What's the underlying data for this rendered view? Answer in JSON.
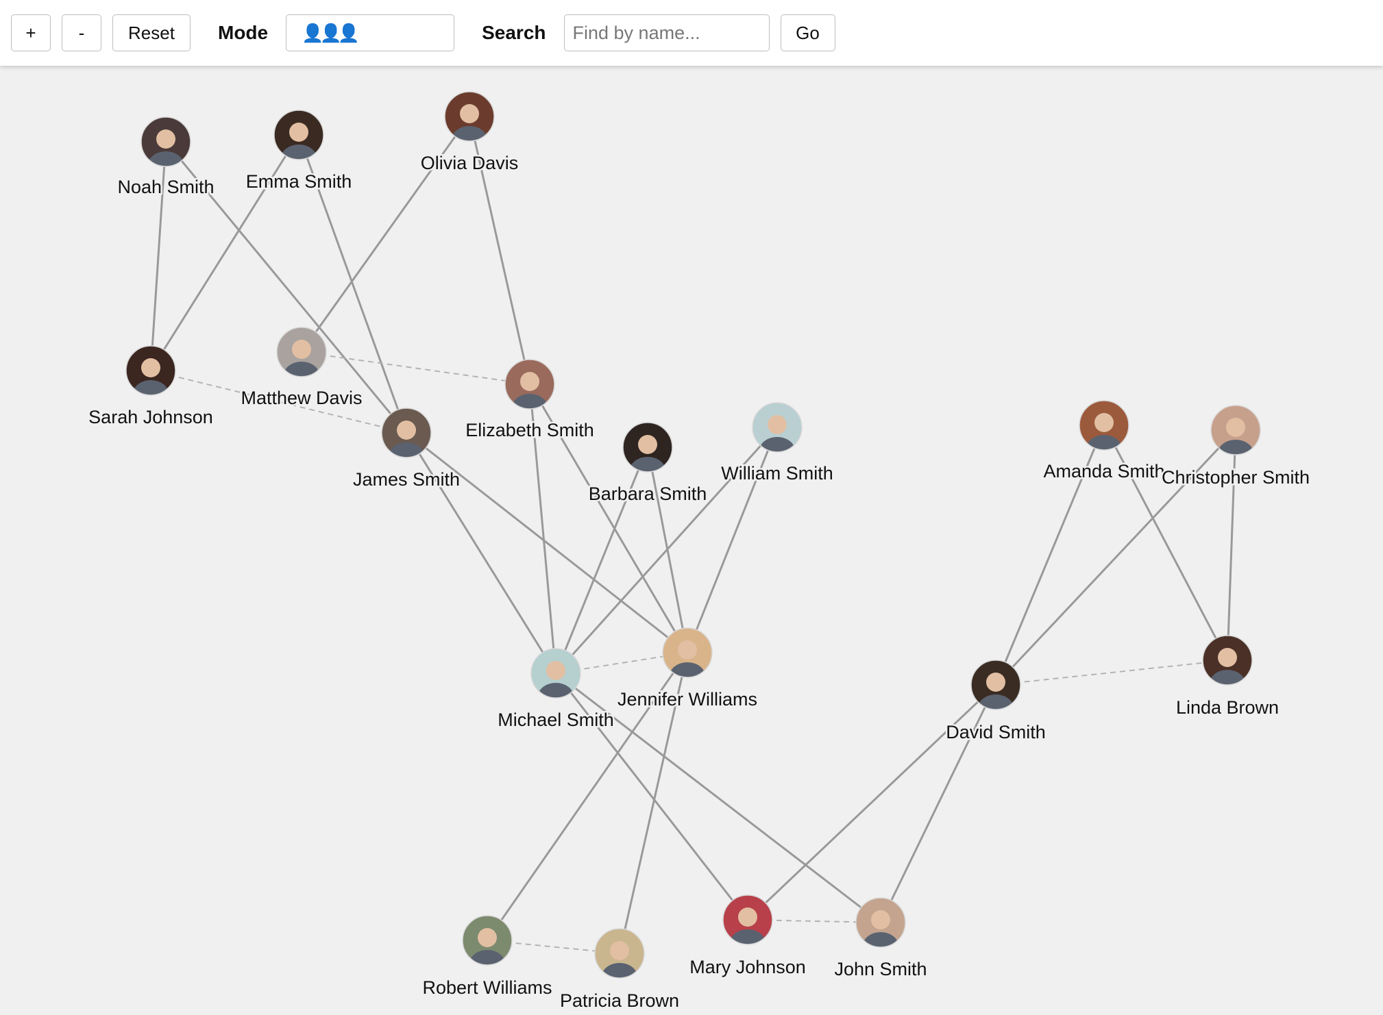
{
  "toolbar": {
    "zoom_in_label": "+",
    "zoom_out_label": "-",
    "reset_label": "Reset",
    "mode_label": "Mode",
    "mode_value_icon": "people-group-icon",
    "search_label": "Search",
    "search_placeholder": "Find by name...",
    "search_value": "",
    "go_label": "Go"
  },
  "colors": {
    "background": "#f0f0f0",
    "edge": "#999999",
    "edge_dashed": "#b3b3b3"
  },
  "graph": {
    "nodes": [
      {
        "id": "noah",
        "name": "Noah Smith",
        "avatar": "#4a3a3a"
      },
      {
        "id": "emma",
        "name": "Emma Smith",
        "avatar": "#3a2a22"
      },
      {
        "id": "olivia",
        "name": "Olivia Davis",
        "avatar": "#6b3c2e"
      },
      {
        "id": "sarah",
        "name": "Sarah Johnson",
        "avatar": "#3b2620"
      },
      {
        "id": "matthew",
        "name": "Matthew Davis",
        "avatar": "#a9a29e"
      },
      {
        "id": "elizabeth",
        "name": "Elizabeth Smith",
        "avatar": "#9a6a5c"
      },
      {
        "id": "james",
        "name": "James Smith",
        "avatar": "#6a5a50"
      },
      {
        "id": "barbara",
        "name": "Barbara Smith",
        "avatar": "#2e2420"
      },
      {
        "id": "william",
        "name": "William Smith",
        "avatar": "#b9cfd2"
      },
      {
        "id": "amanda",
        "name": "Amanda Smith",
        "avatar": "#9c5a3c"
      },
      {
        "id": "christopher",
        "name": "Christopher Smith",
        "avatar": "#c7a08c"
      },
      {
        "id": "michael",
        "name": "Michael Smith",
        "avatar": "#b6cfcf"
      },
      {
        "id": "jennifer",
        "name": "Jennifer Williams",
        "avatar": "#d9b48a"
      },
      {
        "id": "david",
        "name": "David Smith",
        "avatar": "#3a2c22"
      },
      {
        "id": "linda",
        "name": "Linda Brown",
        "avatar": "#4a3026"
      },
      {
        "id": "robert",
        "name": "Robert Williams",
        "avatar": "#7c8a6e"
      },
      {
        "id": "patricia",
        "name": "Patricia Brown",
        "avatar": "#c9b58e"
      },
      {
        "id": "mary",
        "name": "Mary Johnson",
        "avatar": "#b8404a"
      },
      {
        "id": "john",
        "name": "John Smith",
        "avatar": "#c4a48e"
      }
    ],
    "edges": [
      {
        "source": "noah",
        "target": "sarah",
        "dashed": false
      },
      {
        "source": "noah",
        "target": "james",
        "dashed": false
      },
      {
        "source": "emma",
        "target": "sarah",
        "dashed": false
      },
      {
        "source": "emma",
        "target": "james",
        "dashed": false
      },
      {
        "source": "olivia",
        "target": "matthew",
        "dashed": false
      },
      {
        "source": "olivia",
        "target": "elizabeth",
        "dashed": false
      },
      {
        "source": "sarah",
        "target": "james",
        "dashed": true
      },
      {
        "source": "matthew",
        "target": "elizabeth",
        "dashed": true
      },
      {
        "source": "james",
        "target": "michael",
        "dashed": false
      },
      {
        "source": "james",
        "target": "jennifer",
        "dashed": false
      },
      {
        "source": "elizabeth",
        "target": "michael",
        "dashed": false
      },
      {
        "source": "elizabeth",
        "target": "jennifer",
        "dashed": false
      },
      {
        "source": "barbara",
        "target": "michael",
        "dashed": false
      },
      {
        "source": "barbara",
        "target": "jennifer",
        "dashed": false
      },
      {
        "source": "william",
        "target": "michael",
        "dashed": false
      },
      {
        "source": "william",
        "target": "jennifer",
        "dashed": false
      },
      {
        "source": "michael",
        "target": "jennifer",
        "dashed": true
      },
      {
        "source": "michael",
        "target": "mary",
        "dashed": false
      },
      {
        "source": "michael",
        "target": "john",
        "dashed": false
      },
      {
        "source": "jennifer",
        "target": "robert",
        "dashed": false
      },
      {
        "source": "jennifer",
        "target": "patricia",
        "dashed": false
      },
      {
        "source": "robert",
        "target": "patricia",
        "dashed": true
      },
      {
        "source": "mary",
        "target": "john",
        "dashed": true
      },
      {
        "source": "david",
        "target": "mary",
        "dashed": false
      },
      {
        "source": "david",
        "target": "john",
        "dashed": false
      },
      {
        "source": "david",
        "target": "linda",
        "dashed": true
      },
      {
        "source": "amanda",
        "target": "david",
        "dashed": false
      },
      {
        "source": "amanda",
        "target": "linda",
        "dashed": false
      },
      {
        "source": "christopher",
        "target": "david",
        "dashed": false
      },
      {
        "source": "christopher",
        "target": "linda",
        "dashed": false
      }
    ]
  }
}
